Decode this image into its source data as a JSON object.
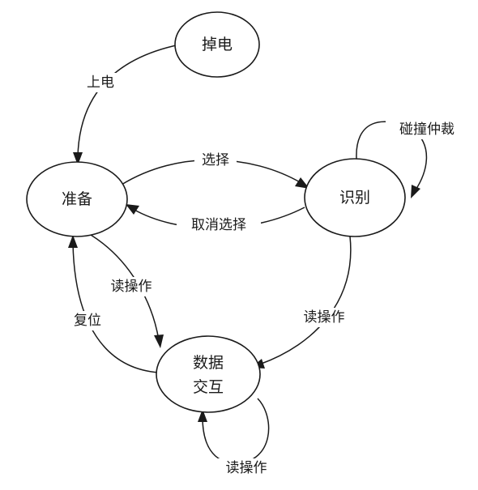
{
  "states": {
    "power_off": "掉电",
    "ready": "准备",
    "identify": "识别",
    "data_exchange_line1": "数据",
    "data_exchange_line2": "交互"
  },
  "transitions": {
    "power_on": "上电",
    "select": "选择",
    "deselect": "取消选择",
    "collision_arbitration": "碰撞仲裁",
    "read_ready_to_exchange": "读操作",
    "read_identify_to_exchange": "读操作",
    "reset": "复位",
    "read_self_loop": "读操作"
  },
  "colors": {
    "stroke": "#1a1a1a",
    "background": "#ffffff"
  }
}
